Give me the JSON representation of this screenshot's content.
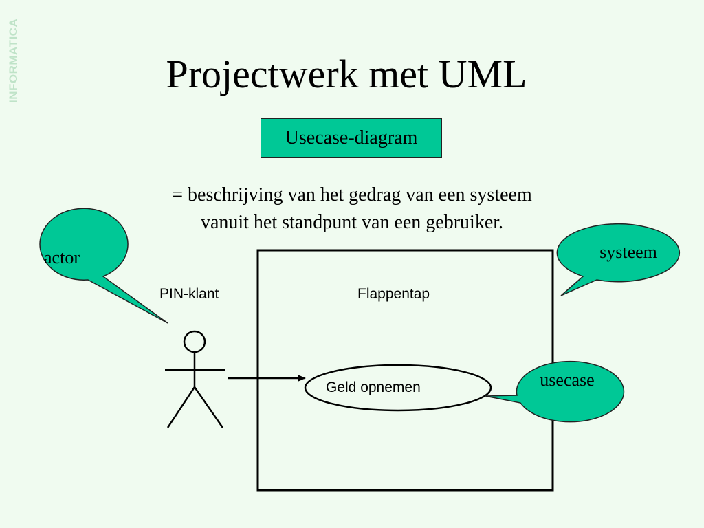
{
  "side_label": "INFORMATICA",
  "title": "Projectwerk met UML",
  "badge": "Usecase-diagram",
  "description": {
    "line1": "= beschrijving van het gedrag van een systeem",
    "line2": "vanuit het standpunt van een gebruiker."
  },
  "diagram": {
    "actor_name": "PIN-klant",
    "system_name": "Flappentap",
    "usecase_name": "Geld opnemen"
  },
  "callouts": {
    "actor": "actor",
    "system": "systeem",
    "usecase": "usecase"
  },
  "colors": {
    "background": "#f0fbf0",
    "accent": "#00c896"
  }
}
